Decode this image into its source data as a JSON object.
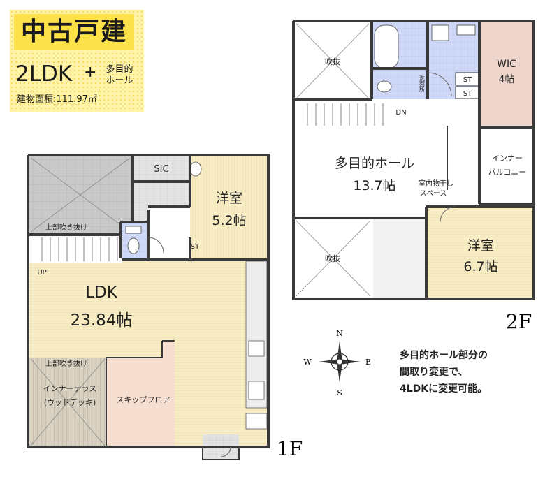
{
  "badge": {
    "title": "中古戸建",
    "layout": "2LDK",
    "plus": "+",
    "extra": "多目的\nホール",
    "area": "建物面積:111.97㎡"
  },
  "floor1": {
    "label": "1F",
    "rooms": {
      "sic": "SIC",
      "western": "洋室",
      "western_size": "5.2帖",
      "open_top_1": "上部吹き抜け",
      "open_top_2": "上部吹き抜け",
      "up": "UP",
      "ldk": "LDK",
      "ldk_size": "23.84帖",
      "st": "ST",
      "inner_terrace_1": "インナーテラス",
      "inner_terrace_2": "(ウッドデッキ)",
      "skip_floor": "スキップフロア"
    }
  },
  "floor2": {
    "label": "2F",
    "rooms": {
      "void_top": "吹抜",
      "void_bottom": "吹抜",
      "wic": "WIC",
      "wic_size": "4帖",
      "st1": "ST",
      "st2": "ST",
      "wash": "洗面所",
      "dn": "DN",
      "hall": "多目的ホール",
      "hall_size": "13.7帖",
      "inner_balcony_1": "インナー",
      "inner_balcony_2": "バルコニー",
      "drying_1": "室内物干し",
      "drying_2": "スペース",
      "western": "洋室",
      "western_size": "6.7帖"
    }
  },
  "compass": {
    "n": "N",
    "s": "S",
    "e": "E",
    "w": "W"
  },
  "note": {
    "line1": "多目的ホール部分の",
    "line2": "間取り変更で、",
    "line3": "4LDKに変更可能。"
  },
  "colors": {
    "wood": "#f7ecc4",
    "tile": "#c9c9c9",
    "wet": "#cfd8f7",
    "wic": "#eed5cc",
    "skip": "#f6dfd0",
    "terrace": "#d8d0c0",
    "wall": "#3a3a3a"
  }
}
